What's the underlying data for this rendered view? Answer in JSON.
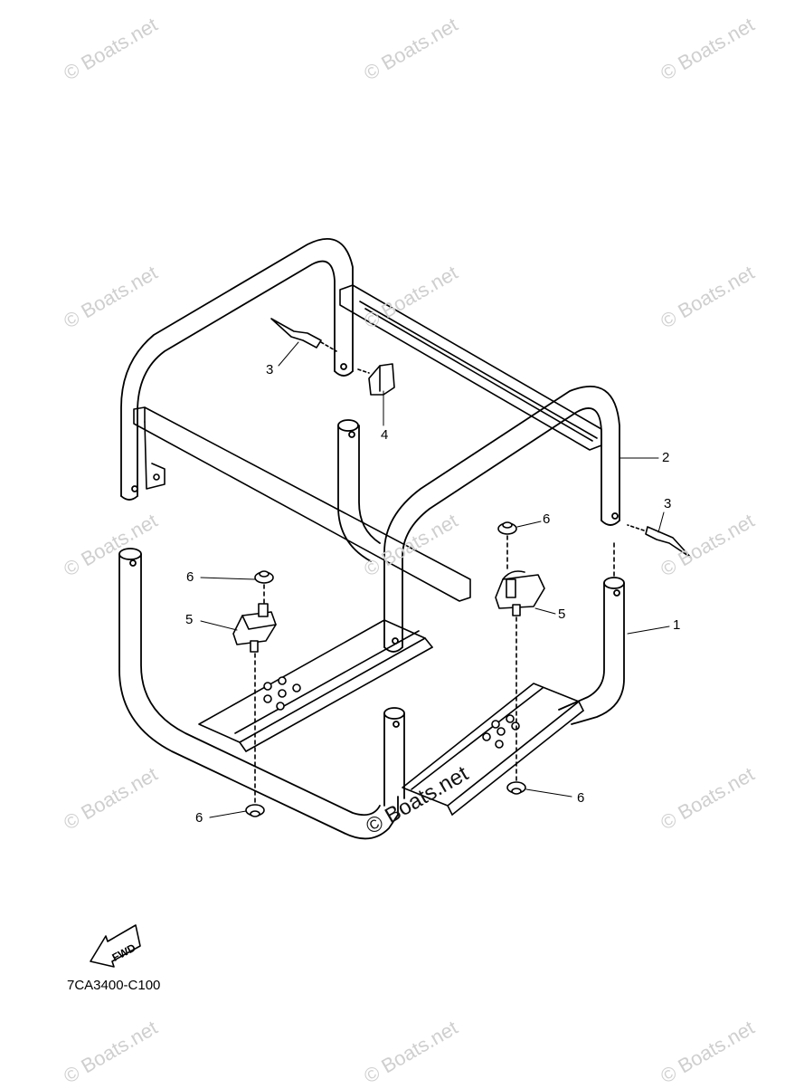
{
  "callouts": [
    "1",
    "2",
    "3",
    "3",
    "4",
    "5",
    "5",
    "6",
    "6",
    "6",
    "6"
  ],
  "watermark": "© Boats.net",
  "fwd_label": "FWD",
  "drawing_code": "7CA3400-C100"
}
